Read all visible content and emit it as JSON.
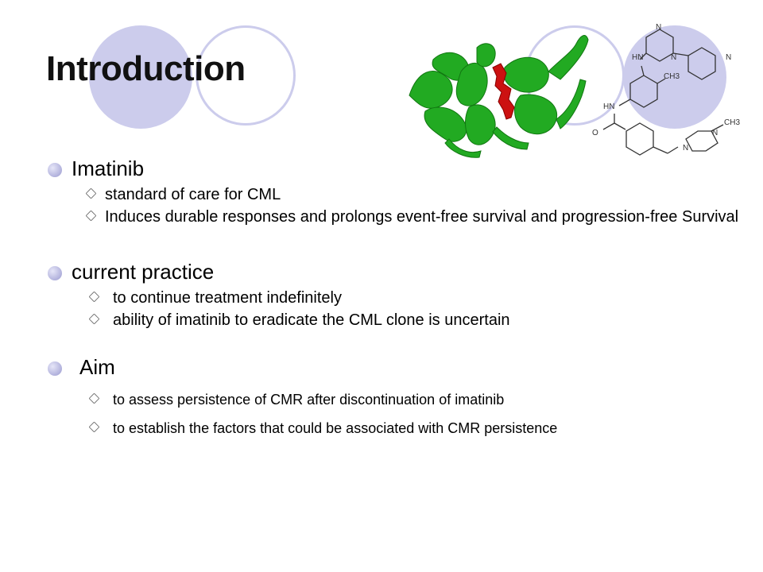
{
  "slide": {
    "title": "Introduction",
    "sections": [
      {
        "heading": "Imatinib",
        "items": [
          "standard of care for CML",
          "Induces durable responses and prolongs event-free survival and progression-free Survival"
        ]
      },
      {
        "heading": "current practice",
        "items": [
          "to continue treatment indefinitely",
          "ability of imatinib to eradicate the CML clone is uncertain"
        ]
      },
      {
        "heading": "Aim",
        "items": [
          "to assess persistence of CMR after discontinuation of imatinib",
          "to establish the factors that could be associated with CMR persistence"
        ]
      }
    ]
  },
  "molecule": {
    "labels": [
      "N",
      "N",
      "HN",
      "N",
      "CH3",
      "HN",
      "O",
      "N",
      "N",
      "CH3"
    ]
  },
  "colors": {
    "accent": "#ccccec",
    "protein": "#22aa22",
    "ligand": "#cc1111"
  }
}
